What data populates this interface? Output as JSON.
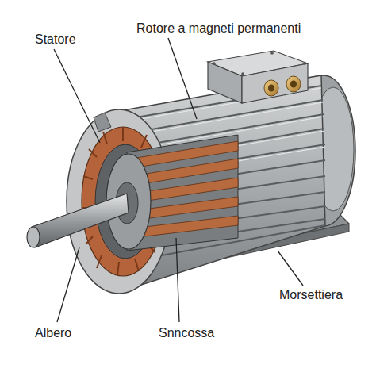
{
  "diagram": {
    "labels": [
      "Statore",
      "Rotore a magneti permanenti",
      "Morsettiera",
      "Albero",
      "Snncossa"
    ]
  }
}
